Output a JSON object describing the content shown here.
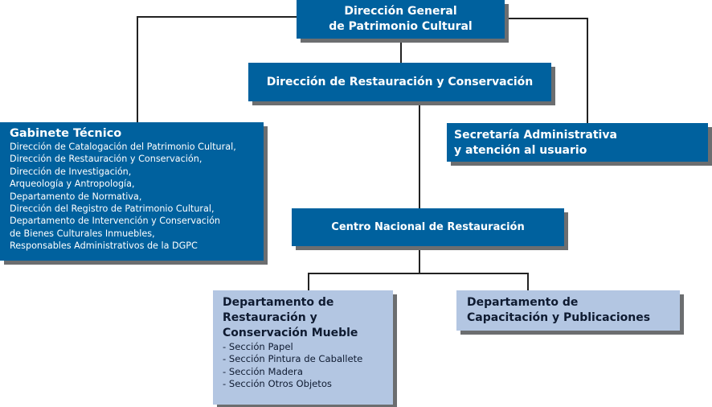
{
  "chart": {
    "top": {
      "line1": "Dirección General",
      "line2": "de Patrimonio Cultural"
    },
    "restauracion": {
      "label": "Dirección de Restauración y Conservación"
    },
    "gabinete": {
      "title": "Gabinete Técnico",
      "items": [
        "Dirección de Catalogación del Patrimonio Cultural,",
        "Dirección de Restauración y Conservación,",
        "Dirección de Investigación,",
        "Arqueología y Antropología,",
        "Departamento de Normativa,",
        "Dirección del Registro de Patrimonio Cultural,",
        "Departamento de Intervención y Conservación",
        "de Bienes Culturales Inmuebles,",
        "Responsables Administrativos de la DGPC"
      ]
    },
    "secretaria": {
      "line1": "Secretaría Administrativa",
      "line2": "y atención al usuario"
    },
    "centro": {
      "label": "Centro Nacional de Restauración"
    },
    "dept_mueble": {
      "line1": "Departamento de",
      "line2": "Restauración y",
      "line3": "Conservación Mueble",
      "items": [
        "- Sección Papel",
        "- Sección Pintura de Caballete",
        "- Sección Madera",
        "- Sección Otros Objetos"
      ]
    },
    "dept_capacitacion": {
      "line1": "Departamento de",
      "line2": "Capacitación y Publicaciones"
    }
  },
  "colors": {
    "dark_box": "#00619e",
    "light_box": "#b3c6e2",
    "shadow": "#6c6e70",
    "connector": "#222222"
  }
}
